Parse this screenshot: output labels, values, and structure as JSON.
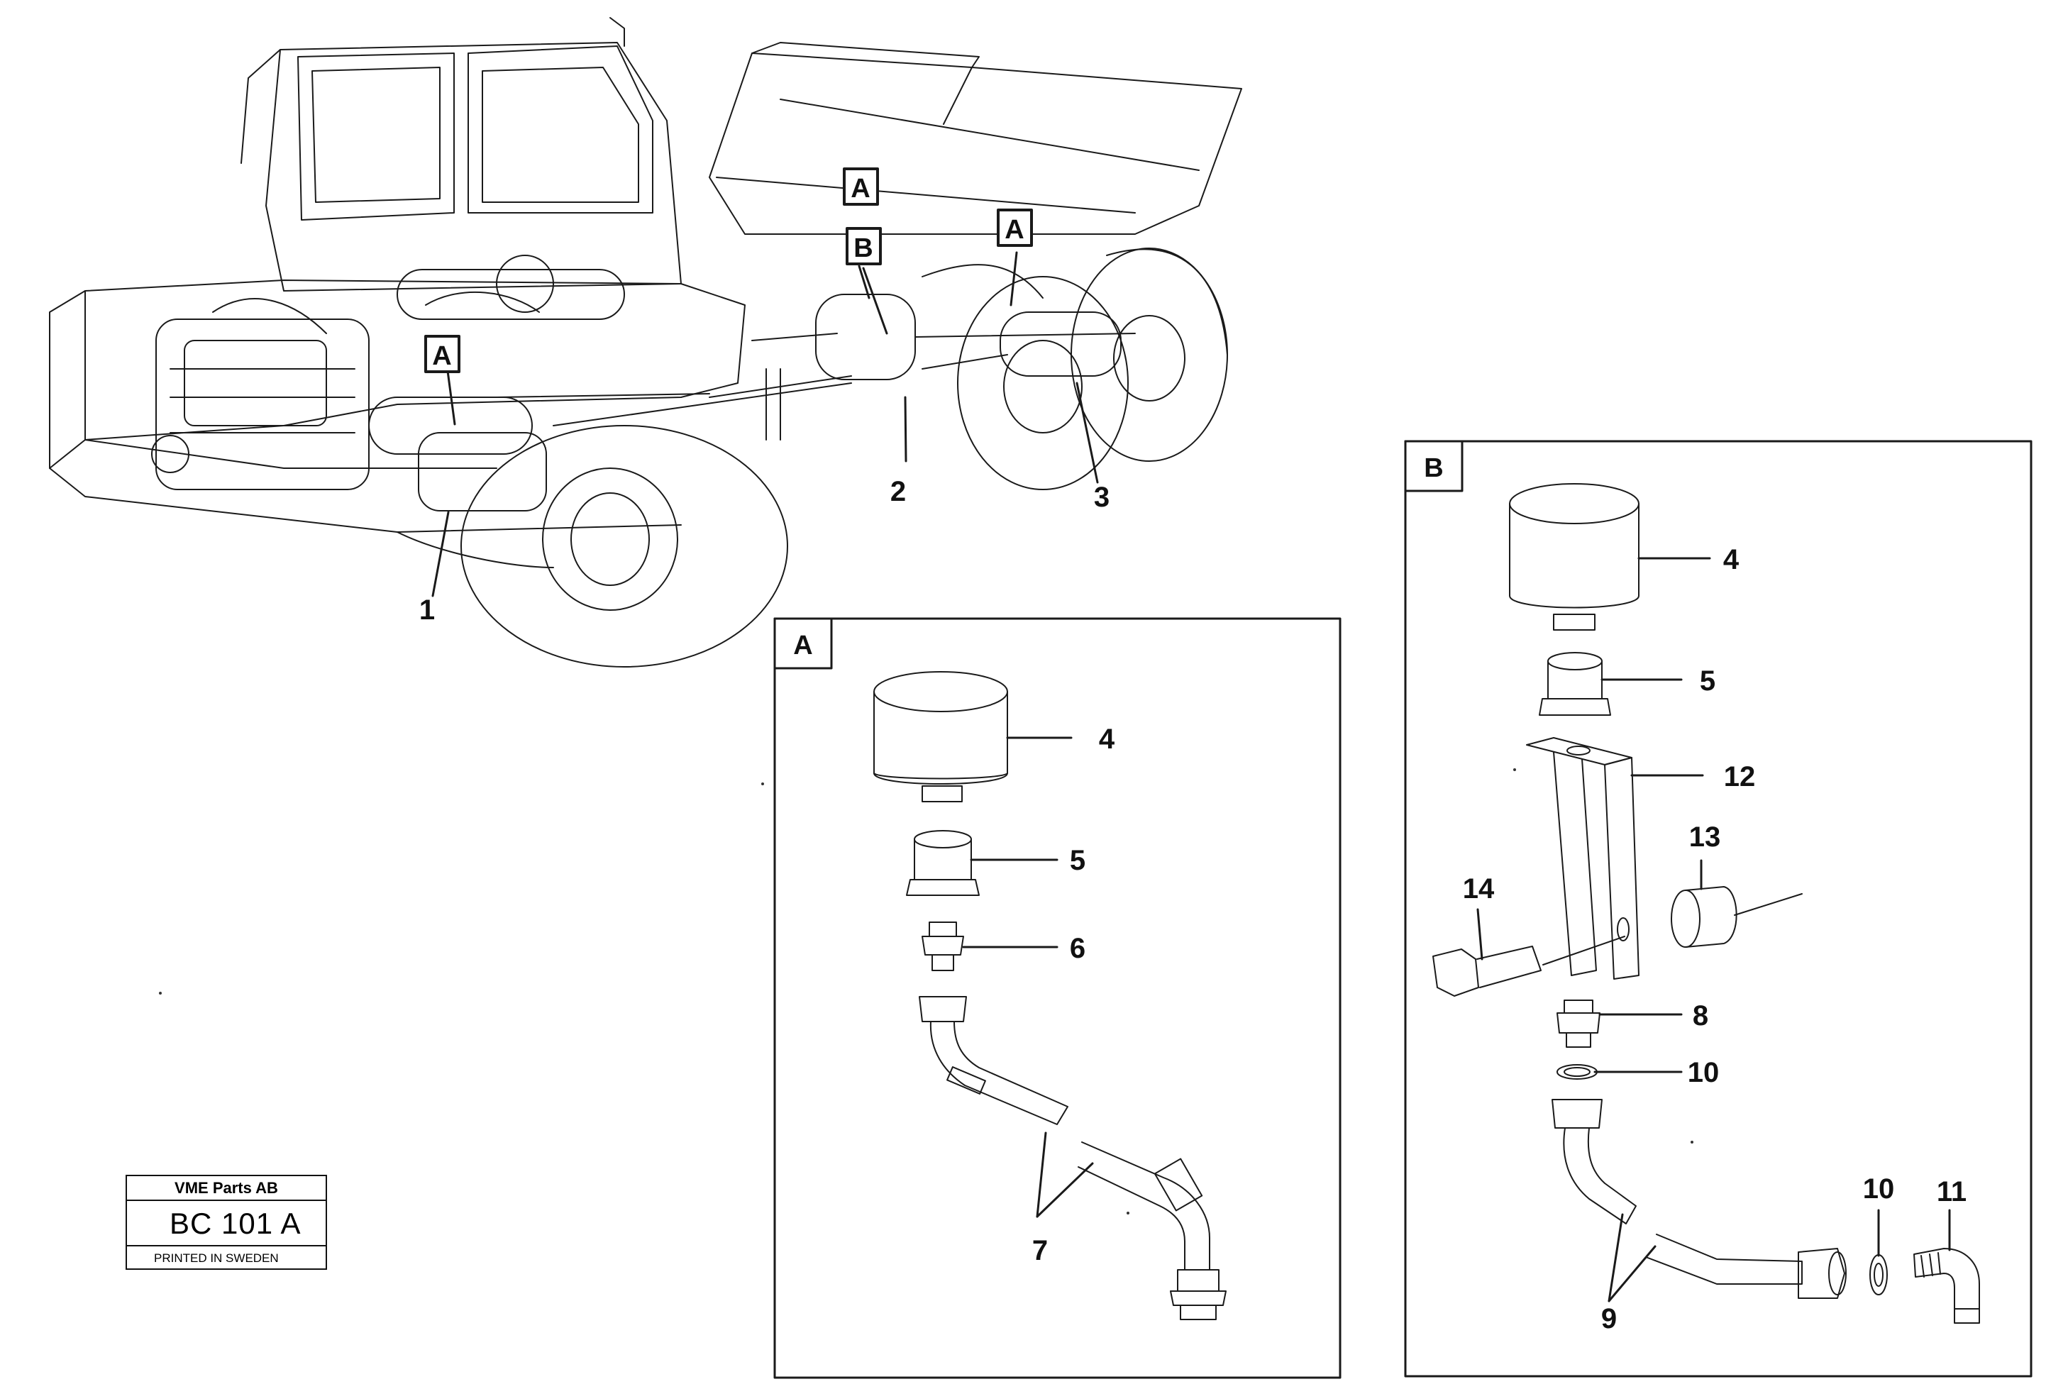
{
  "overview": {
    "callouts": [
      "1",
      "2",
      "3"
    ],
    "location_tags": [
      "A",
      "A",
      "A",
      "B"
    ]
  },
  "detail_a": {
    "tag": "A",
    "callouts": [
      "4",
      "5",
      "6",
      "7"
    ]
  },
  "detail_b": {
    "tag": "B",
    "callouts": [
      "4",
      "5",
      "12",
      "13",
      "14",
      "8",
      "10",
      "9",
      "10",
      "11"
    ]
  },
  "stamp": {
    "company": "VME Parts AB",
    "code": "BC 101 A",
    "printed": "PRINTED IN SWEDEN"
  }
}
